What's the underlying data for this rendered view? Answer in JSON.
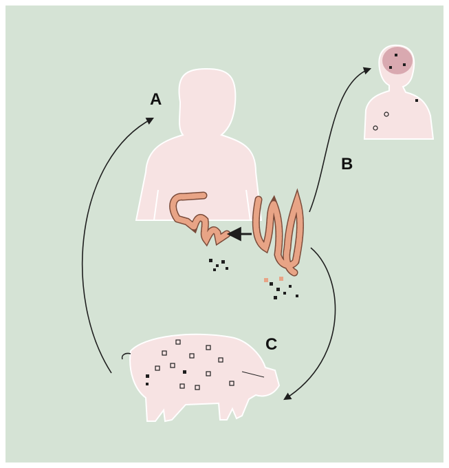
{
  "diagram": {
    "labels": {
      "a": "A",
      "b": "B",
      "c": "C"
    },
    "colors": {
      "page": "#ffffff",
      "background": "#d5e3d5",
      "skin": "#f7e3e3",
      "outline": "#ffffff",
      "tapeworm": "#e8a486",
      "cyst": "#d9a9b0",
      "ink": "#1e1e1e"
    },
    "icons": [
      "adult-human-icon",
      "tapeworm-icon",
      "child-icon",
      "pig-icon",
      "egg-cluster-icon"
    ]
  }
}
